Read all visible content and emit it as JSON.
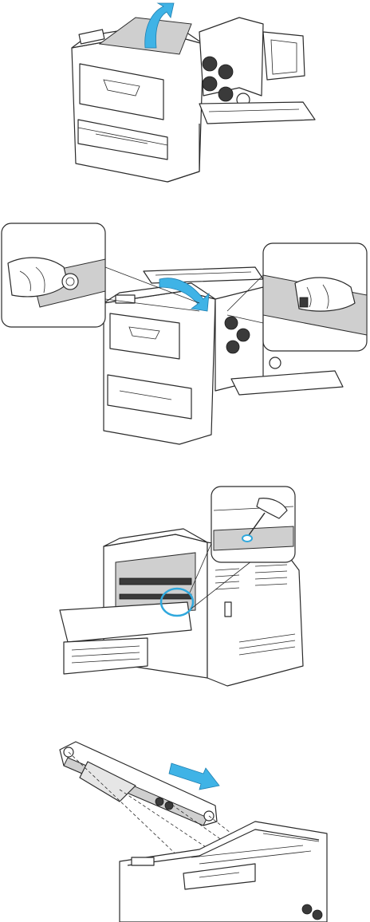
{
  "figure": {
    "steps": [
      {
        "id": 1,
        "action": "open-top-cover"
      },
      {
        "id": 2,
        "action": "remove-cleaning-rod"
      },
      {
        "id": 3,
        "action": "clean-rear-sensor"
      },
      {
        "id": 4,
        "action": "reinstall-cleaning-rod"
      }
    ],
    "colors": {
      "arrow": "#3fb3e6",
      "highlight": "#2fa8dd",
      "outline": "#2b2b2b",
      "shade": "#cfcfcf"
    }
  }
}
